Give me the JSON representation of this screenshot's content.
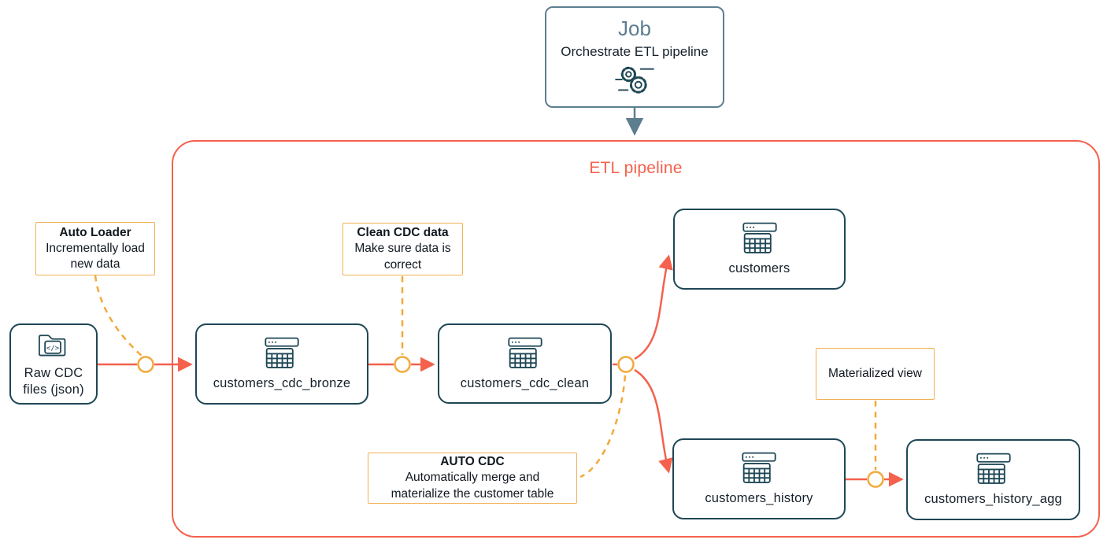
{
  "colors": {
    "coral": "#f4614d",
    "teal_border": "#1e4756",
    "amber": "#f2a93b",
    "annotation_border": "#f1b055",
    "slate": "#5d7e8f",
    "job_title": "#5b7d93",
    "text": "#16202a",
    "background": "#ffffff"
  },
  "job": {
    "title": "Job",
    "subtitle": "Orchestrate ETL pipeline",
    "icon": "gears-icon"
  },
  "pipeline": {
    "title": "ETL pipeline"
  },
  "nodes": {
    "raw_cdc": {
      "label": "Raw CDC files (json)",
      "icon": "code-folder-icon",
      "code_glyph": "</>"
    },
    "bronze": {
      "label": "customers_cdc_bronze",
      "icon": "table-icon"
    },
    "clean": {
      "label": "customers_cdc_clean",
      "icon": "table-icon"
    },
    "customers": {
      "label": "customers",
      "icon": "table-icon"
    },
    "history": {
      "label": "customers_history",
      "icon": "table-icon"
    },
    "history_agg": {
      "label": "customers_history_agg",
      "icon": "table-icon"
    }
  },
  "annotations": {
    "auto_loader": {
      "title": "Auto Loader",
      "body": "Incrementally load new data"
    },
    "clean_cdc": {
      "title": "Clean CDC data",
      "body": "Make sure data is correct"
    },
    "auto_cdc": {
      "title": "AUTO CDC",
      "body": "Automatically merge and materialize the customer table"
    },
    "materialized_view": {
      "title": "Materialized view"
    }
  }
}
